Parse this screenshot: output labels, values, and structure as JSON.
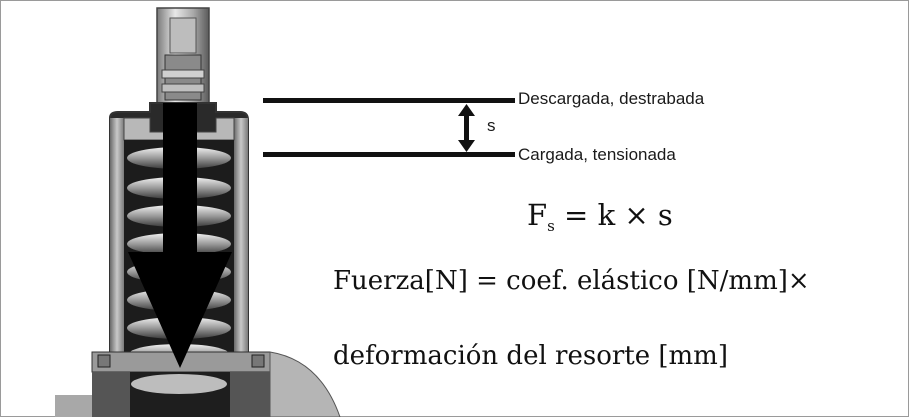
{
  "labels": {
    "unloaded": "Descargada, destrabada",
    "loaded": "Cargada, tensionada",
    "displacement": "s"
  },
  "formula": {
    "lhs": "F",
    "lhs_sub": "s",
    "rhs": "= k × s"
  },
  "definition": {
    "line1": "Fuerza[N] = coef.  elástico  [N/mm]×",
    "line2": "deformación  del  resorte  [mm]"
  },
  "colors": {
    "ink": "#111111",
    "metal_light": "#d9d9d9",
    "metal_dark": "#4a4a4a",
    "cavity": "#1c1c1c"
  }
}
